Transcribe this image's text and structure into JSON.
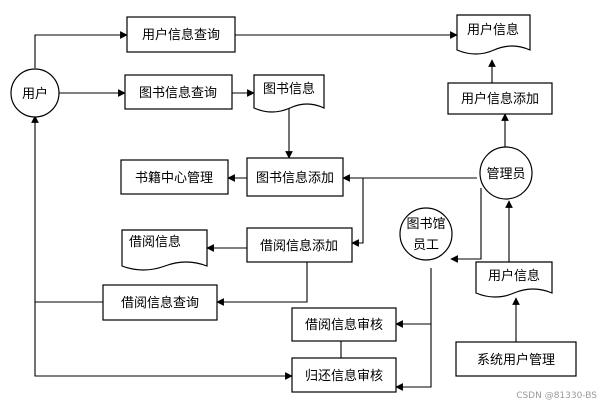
{
  "nodes": {
    "user": "用户",
    "user_info_query": "用户信息查询",
    "user_info_doc_top": "用户信息",
    "book_info_query": "图书信息查询",
    "book_info_doc": "图书信息",
    "user_info_add": "用户信息添加",
    "book_center_mgmt": "书籍中心管理",
    "book_info_add": "图书信息添加",
    "admin": "管理员",
    "librarian_line1": "图书馆",
    "librarian_line2": "员工",
    "borrow_info_doc": "借阅信息",
    "borrow_info_add": "借阅信息添加",
    "user_info_doc_right": "用户信息",
    "borrow_info_query": "借阅信息查询",
    "borrow_info_review": "借阅信息审核",
    "sys_user_mgmt": "系统用户管理",
    "return_info_review": "归还信息审核"
  },
  "watermark": "CSDN @81330-BS"
}
